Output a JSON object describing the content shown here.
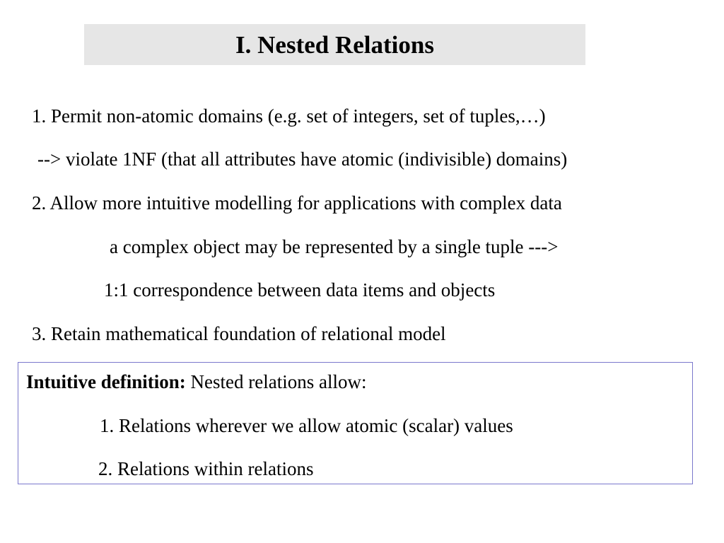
{
  "slide": {
    "title": "I. Nested Relations",
    "points": [
      "1. Permit non-atomic domains (e.g. set of integers, set of tuples,…)",
      "--> violate 1NF (that all attributes have atomic (indivisible) domains)",
      "2. Allow more intuitive modelling for applications with complex data",
      "a complex object may be represented by a single tuple --->",
      "1:1 correspondence between data items and objects",
      "3. Retain mathematical foundation of relational model"
    ],
    "definition": {
      "label": "Intuitive definition:",
      "text": " Nested relations allow:",
      "items": [
        "1. Relations wherever we allow atomic (scalar) values",
        "2. Relations within relations"
      ]
    }
  }
}
